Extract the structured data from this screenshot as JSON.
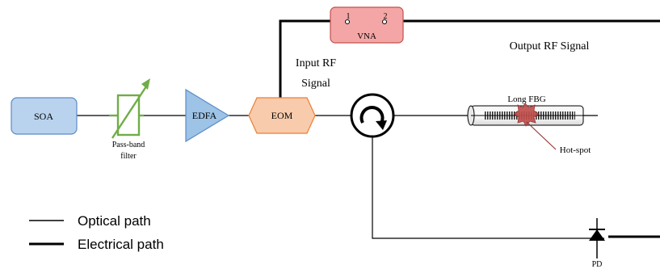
{
  "components": {
    "soa": "SOA",
    "filter_line1": "Pass-band",
    "filter_line2": "filter",
    "edfa": "EDFA",
    "eom": "EOM",
    "vna": "VNA",
    "vna_port1": "1",
    "vna_port2": "2",
    "fbg": "Long FBG",
    "hotspot": "Hot-spot",
    "pd": "PD"
  },
  "signals": {
    "input_line1": "Input RF",
    "input_line2": "Signal",
    "output": "Output RF Signal"
  },
  "legend": {
    "optical": "Optical path",
    "electrical": "Electrical path"
  },
  "colors": {
    "soa_fill": "#b9d3ef",
    "soa_stroke": "#5b8cc7",
    "filter": "#70ad47",
    "edfa_fill": "#9dc3e6",
    "edfa_stroke": "#5b8cc7",
    "eom_fill": "#f8cbad",
    "eom_stroke": "#ed7d31",
    "vna_fill": "#f4a6a6",
    "vna_stroke": "#c0504d",
    "hotspot": "#c0504d"
  }
}
